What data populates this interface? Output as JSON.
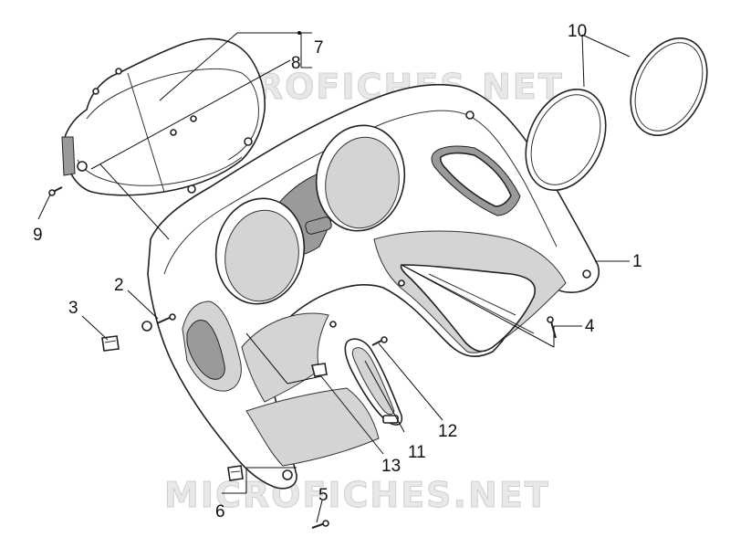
{
  "watermark": {
    "top_text": "MICROFICHES.NET",
    "bottom_text": "MICROFICHES.NET"
  },
  "callouts": [
    {
      "id": "1",
      "label": "1"
    },
    {
      "id": "2",
      "label": "2"
    },
    {
      "id": "3",
      "label": "3"
    },
    {
      "id": "4",
      "label": "4"
    },
    {
      "id": "5",
      "label": "5"
    },
    {
      "id": "6",
      "label": "6"
    },
    {
      "id": "7",
      "label": "7"
    },
    {
      "id": "8",
      "label": "8"
    },
    {
      "id": "9",
      "label": "9"
    },
    {
      "id": "10",
      "label": "10"
    },
    {
      "id": "11",
      "label": "11"
    },
    {
      "id": "12",
      "label": "12"
    },
    {
      "id": "13",
      "label": "13"
    }
  ],
  "colors": {
    "line": "#222222",
    "fill_light": "#d4d4d4",
    "fill_dark": "#9a9a9a",
    "watermark": "#e8e8e8"
  }
}
